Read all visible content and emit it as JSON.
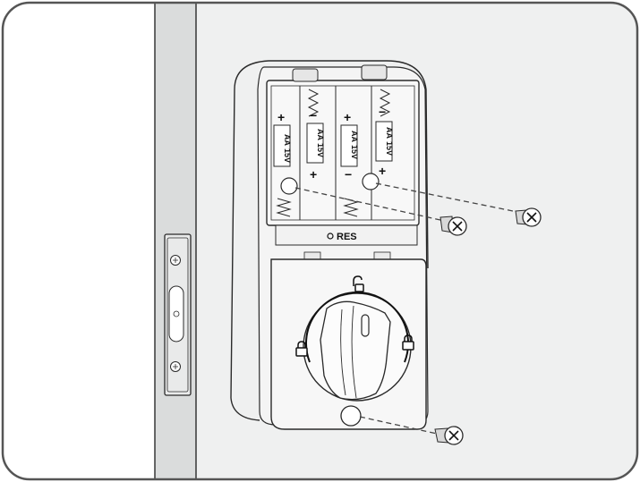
{
  "diagram": {
    "reset_label": "RES",
    "battery_labels": [
      {
        "type": "AA",
        "voltage": "15V"
      },
      {
        "type": "AA",
        "voltage": "15V"
      },
      {
        "type": "AA",
        "voltage": "15V"
      },
      {
        "type": "AA",
        "voltage": "15V"
      }
    ],
    "polarity": {
      "plus": "+",
      "minus": "−"
    }
  }
}
